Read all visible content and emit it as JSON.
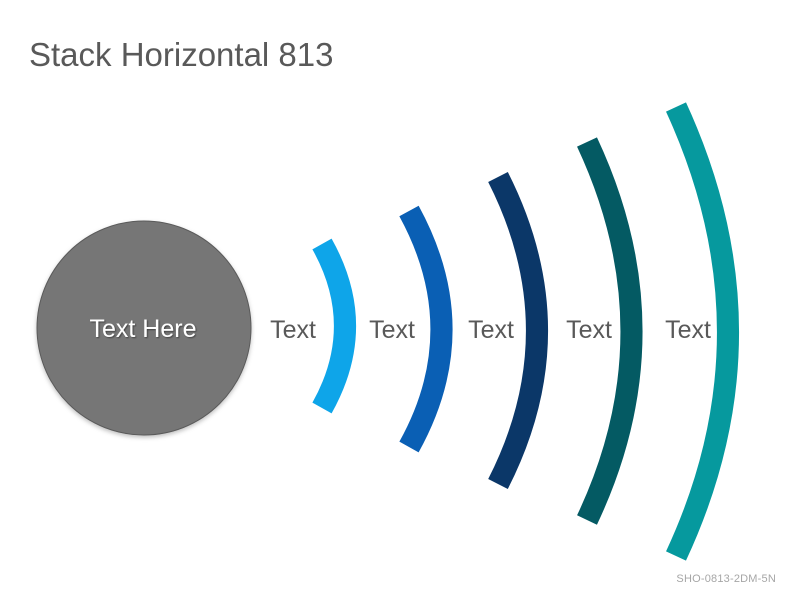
{
  "title": "Stack Horizontal 813",
  "hub": {
    "label": "Text Here",
    "color": "#767676"
  },
  "arcs": [
    {
      "label": "Text",
      "color": "#0ea5e9"
    },
    {
      "label": "Text",
      "color": "#0a5fb4"
    },
    {
      "label": "Text",
      "color": "#0b3768"
    },
    {
      "label": "Text",
      "color": "#045a63"
    },
    {
      "label": "Text",
      "color": "#06999e"
    }
  ],
  "footer": "SHO-0813-2DM-5N"
}
